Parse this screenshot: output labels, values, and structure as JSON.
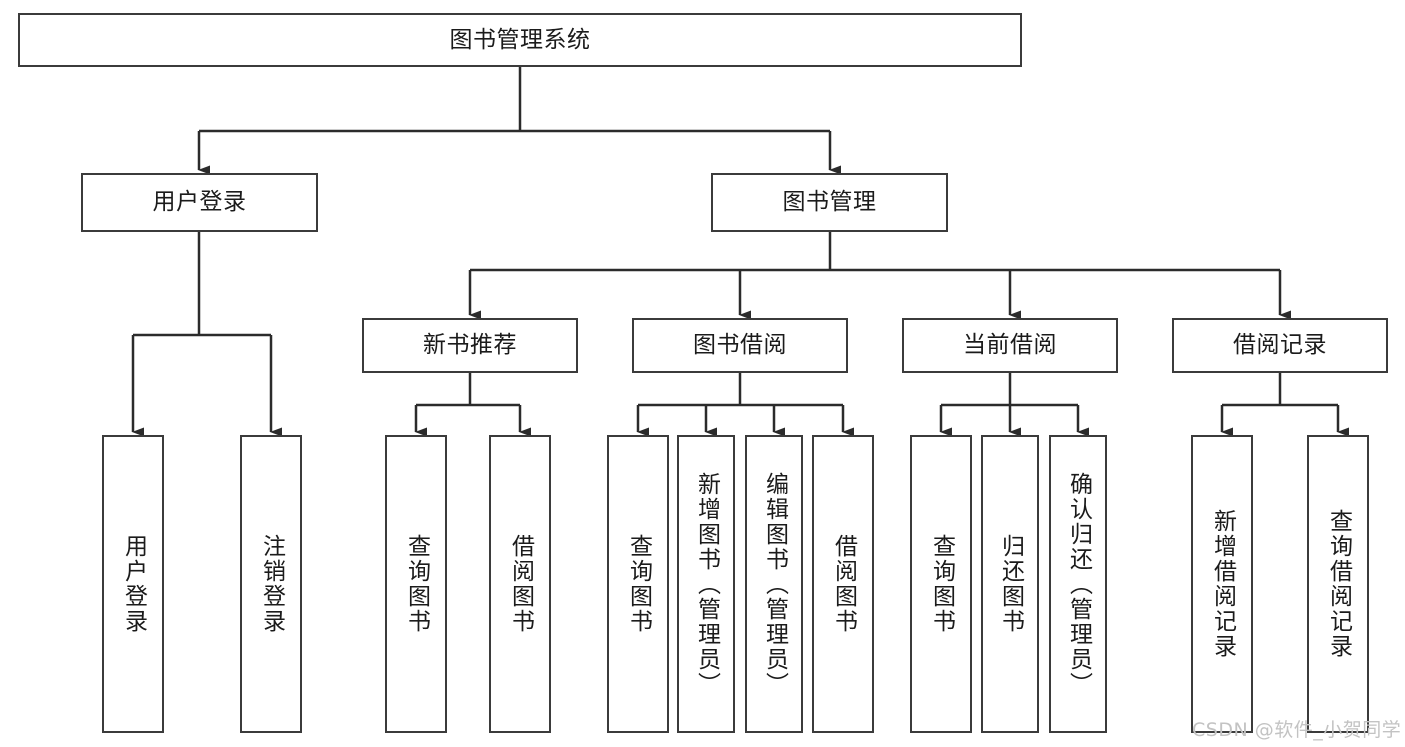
{
  "diagram": {
    "title": "图书管理系统",
    "type": "tree-hierarchy-diagram",
    "colors": {
      "stroke": "#3b3b3b",
      "fill": "#ffffff",
      "text": "#1b1b1b",
      "watermark": "#c3c3c3"
    },
    "levels": {
      "root": {
        "label": "图书管理系统"
      },
      "level2": [
        {
          "label": "用户登录"
        },
        {
          "label": "图书管理"
        }
      ],
      "level3": [
        {
          "label": "新书推荐"
        },
        {
          "label": "图书借阅"
        },
        {
          "label": "当前借阅"
        },
        {
          "label": "借阅记录"
        }
      ],
      "leaves": {
        "user_login": [
          {
            "label": "用户登录"
          },
          {
            "label": "注销登录"
          }
        ],
        "new_book_recommend": [
          {
            "label": "查询图书"
          },
          {
            "label": "借阅图书"
          }
        ],
        "book_borrow": [
          {
            "label": "查询图书"
          },
          {
            "label": "新增图书（管理员）"
          },
          {
            "label": "编辑图书（管理员）"
          },
          {
            "label": "借阅图书"
          }
        ],
        "current_borrow": [
          {
            "label": "查询图书"
          },
          {
            "label": "归还图书"
          },
          {
            "label": "确认归还（管理员）"
          }
        ],
        "borrow_record": [
          {
            "label": "新增借阅记录"
          },
          {
            "label": "查询借阅记录"
          }
        ]
      }
    }
  },
  "watermark": {
    "text": "CSDN @软件_小贺同学"
  }
}
